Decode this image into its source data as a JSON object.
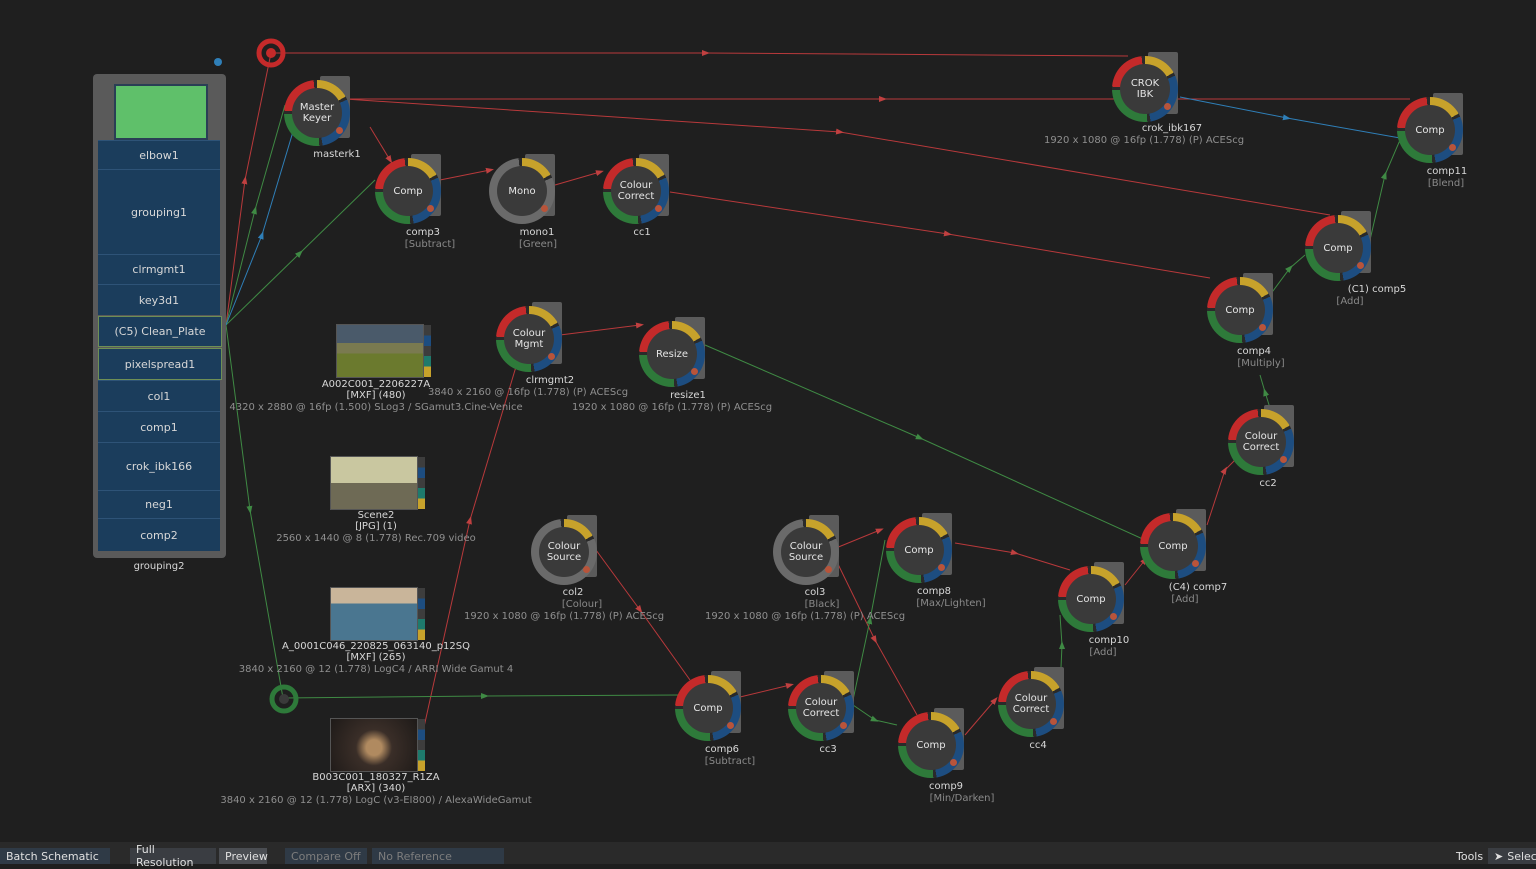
{
  "group": {
    "name": "grouping2",
    "rows": [
      "elbow1",
      "grouping1",
      "clrmgmt1",
      "key3d1",
      "(C5) Clean_Plate",
      "pixelspread1",
      "col1",
      "comp1",
      "crok_ibk166",
      "neg1",
      "comp2"
    ]
  },
  "nodes": {
    "master_keyer": {
      "title": "Master\nKeyer",
      "label": "masterk1"
    },
    "comp3": {
      "title": "Comp",
      "label": "comp3",
      "sub": "[Subtract]"
    },
    "mono1": {
      "title": "Mono",
      "label": "mono1",
      "sub": "[Green]"
    },
    "cc1": {
      "title": "Colour\nCorrect",
      "label": "cc1"
    },
    "crok": {
      "title": "CROK\nIBK",
      "label": "crok_ibk167",
      "info": "1920 x 1080 @ 16fp (1.778) (P) ACEScg"
    },
    "comp11": {
      "title": "Comp",
      "label": "comp11",
      "sub": "[Blend]"
    },
    "comp5": {
      "title": "Comp",
      "label": "(C1) comp5",
      "sub": "[Add]"
    },
    "comp4": {
      "title": "Comp",
      "label": "comp4",
      "sub": "[Multiply]"
    },
    "clrmgmt2": {
      "title": "Colour\nMgmt",
      "label": "clrmgmt2",
      "info": "3840 x 2160 @ 16fp (1.778) (P) ACEScg"
    },
    "resize1": {
      "title": "Resize",
      "label": "resize1",
      "info": "1920 x 1080 @ 16fp (1.778) (P) ACEScg"
    },
    "cc2": {
      "title": "Colour\nCorrect",
      "label": "cc2"
    },
    "col2": {
      "title": "Colour\nSource",
      "label": "col2",
      "sub": "[Colour]",
      "info": "1920 x 1080 @ 16fp (1.778) (P) ACEScg"
    },
    "col3": {
      "title": "Colour\nSource",
      "label": "col3",
      "sub": "[Black]",
      "info": "1920 x 1080 @ 16fp (1.778) (P) ACEScg"
    },
    "comp8": {
      "title": "Comp",
      "label": "comp8",
      "sub": "[Max/Lighten]"
    },
    "comp7": {
      "title": "Comp",
      "label": "(C4) comp7",
      "sub": "[Add]"
    },
    "comp10": {
      "title": "Comp",
      "label": "comp10",
      "sub": "[Add]"
    },
    "comp6": {
      "title": "Comp",
      "label": "comp6",
      "sub": "[Subtract]"
    },
    "cc3": {
      "title": "Colour\nCorrect",
      "label": "cc3"
    },
    "comp9": {
      "title": "Comp",
      "label": "comp9",
      "sub": "[Min/Darken]"
    },
    "cc4": {
      "title": "Colour\nCorrect",
      "label": "cc4"
    }
  },
  "clips": {
    "a002": {
      "name": "A002C001_2206227A",
      "fmt": "[MXF] (480)",
      "info": "4320 x 2880 @ 16fp (1.500)  SLog3 / SGamut3.Cine-Venice"
    },
    "scene2": {
      "name": "Scene2",
      "fmt": "[JPG] (1)",
      "info": "2560 x 1440 @ 8 (1.778)  Rec.709 video"
    },
    "a0001": {
      "name": "A_0001C046_220825_063140_p12SQ",
      "fmt": "[MXF] (265)",
      "info": "3840 x 2160 @ 12 (1.778)  LogC4 / ARRI Wide Gamut 4"
    },
    "b003": {
      "name": "B003C001_180327_R1ZA",
      "fmt": "[ARX] (340)",
      "info": "3840 x 2160 @ 12 (1.778)  LogC (v3-EI800) / AlexaWideGamut"
    }
  },
  "toolbar": {
    "batch_schematic": "Batch Schematic",
    "full_resolution": "Full Resolution",
    "preview": "Preview",
    "compare_off": "Compare Off",
    "no_reference": "No Reference",
    "tools": "Tools",
    "select": "Selec"
  },
  "colors": {
    "red_wire": "#b8393b",
    "green_wire": "#3f8a44",
    "blue_wire": "#2f7fb8",
    "group_bg": "#1b3d5c"
  }
}
